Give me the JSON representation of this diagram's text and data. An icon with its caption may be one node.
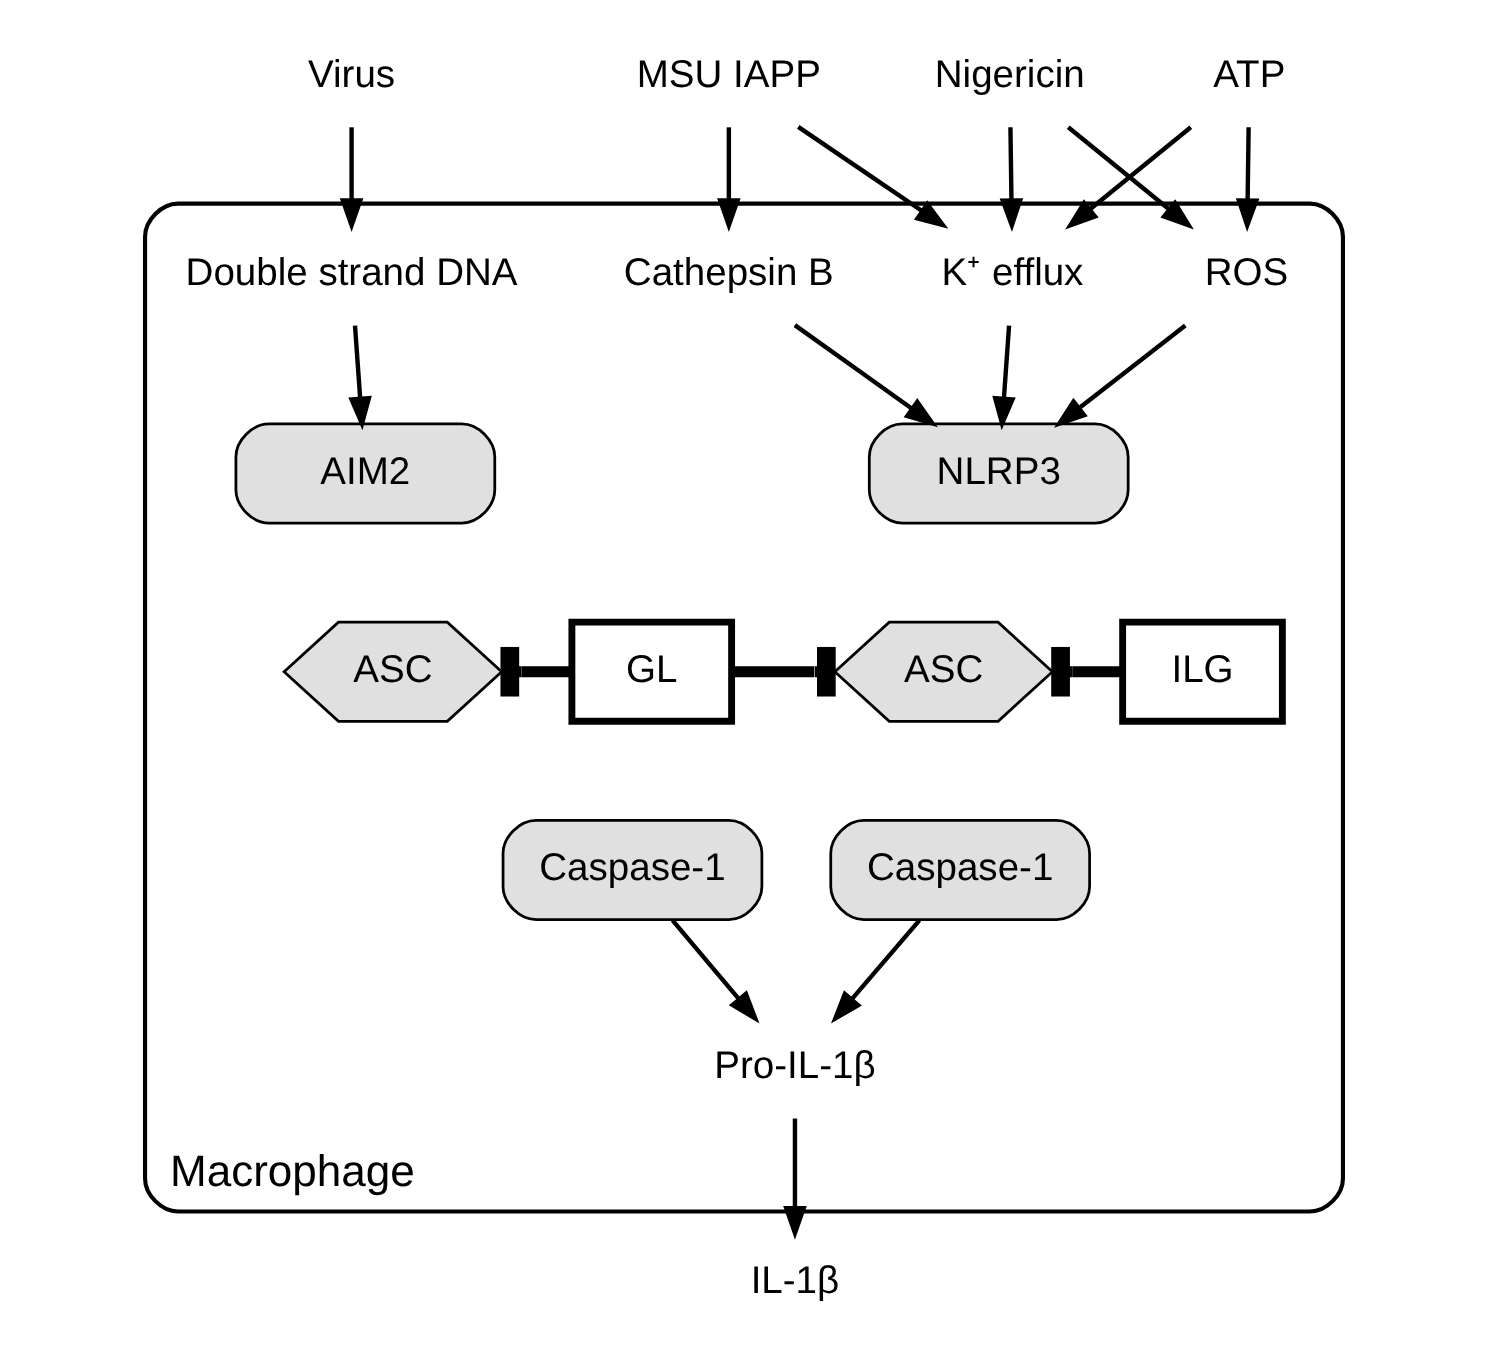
{
  "diagram": {
    "nodes": [
      {
        "text": [
          "ATP"
        ]
      },
      {
        "text": [
          "Nigericin"
        ]
      },
      {
        "text": [
          "MSU IAPP"
        ]
      },
      {
        "text": [
          "Virus"
        ]
      },
      {
        "text": [
          "Macrophage"
        ]
      },
      {
        "text": [
          "ROS"
        ],
        "in": 4
      },
      {
        "text": [
          "K⁺ efflux"
        ],
        "in": 4
      },
      {
        "text": [
          "Cathepsin B"
        ],
        "in": 4
      },
      {
        "text": [
          "Double strand DNA"
        ],
        "in": 4
      },
      {
        "text": [
          "NLRP3"
        ],
        "in": 4
      },
      {
        "text": [
          "AIM2"
        ],
        "in": 4
      },
      {
        "text": [
          "ILG"
        ],
        "in": 4
      },
      {
        "text": [
          "ASC"
        ],
        "in": 4
      },
      {
        "text": [
          "GL"
        ],
        "in": 4
      },
      {
        "text": [
          "ASC"
        ],
        "in": 4
      },
      {
        "text": [
          "Caspase-1"
        ],
        "in": 4
      },
      {
        "text": [
          "Caspase-1"
        ],
        "in": 4
      },
      {
        "text": [
          "Pro-IL-1β"
        ],
        "in": 4
      },
      {
        "text": [
          "IL-1β"
        ]
      }
    ],
    "edges": [
      {
        "from": 0,
        "to": 5,
        "arrow": "to"
      },
      {
        "from": 0,
        "to": 6,
        "arrow": "to"
      },
      {
        "from": 1,
        "to": 5,
        "arrow": "to"
      },
      {
        "from": 1,
        "to": 6,
        "arrow": "to"
      },
      {
        "from": 2,
        "to": 6,
        "arrow": "to"
      },
      {
        "from": 2,
        "to": 7,
        "arrow": "to"
      },
      {
        "from": 3,
        "to": 8,
        "arrow": "to"
      },
      {
        "from": 5,
        "to": 9,
        "arrow": "to"
      },
      {
        "from": 6,
        "to": 9,
        "arrow": "to"
      },
      {
        "from": 7,
        "to": 9,
        "arrow": "to"
      },
      {
        "from": 8,
        "to": 10,
        "arrow": "to"
      },
      {
        "from": 11,
        "to": 12,
        "arrow": "other",
        "style": "thick"
      },
      {
        "from": 13,
        "to": 12,
        "arrow": "other",
        "style": "thick"
      },
      {
        "from": 13,
        "to": 14,
        "arrow": "other",
        "style": "thick"
      },
      {
        "from": 15,
        "to": 17,
        "arrow": "to"
      },
      {
        "from": 16,
        "to": 17,
        "arrow": "to"
      },
      {
        "from": 17,
        "to": 18,
        "arrow": "to"
      }
    ]
  }
}
